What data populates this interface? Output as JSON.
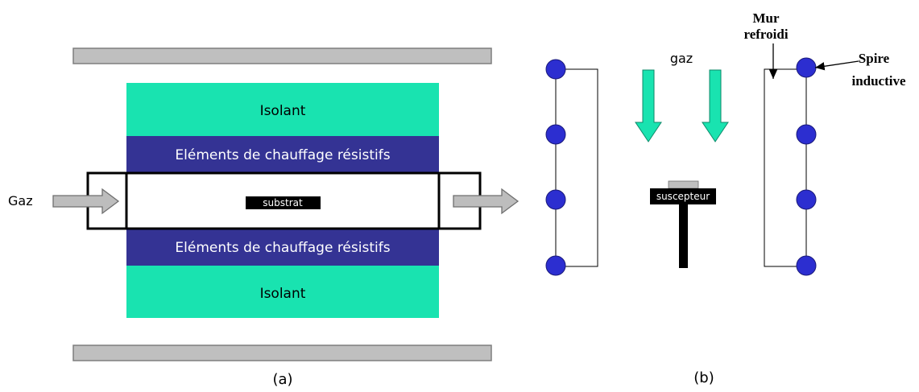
{
  "panel_a": {
    "caption": "(a)",
    "gas_label": "Gaz",
    "insulator_top": "Isolant",
    "heater_top": "Eléments de chauffage résistifs",
    "substrate": "substrat",
    "heater_bottom": "Eléments de chauffage résistifs",
    "insulator_bottom": "Isolant"
  },
  "panel_b": {
    "caption": "(b)",
    "gas_label": "gaz",
    "susceptor": "suscepteur",
    "wall_label_line1": "Mur",
    "wall_label_line2": "refroidi",
    "coil_label_line1": "Spire",
    "coil_label_line2": "inductive"
  },
  "colors": {
    "insulator": "#19e3b0",
    "heater": "#343394",
    "plate": "#bfbfbf",
    "gas_arrow_a": "#bdbdbd",
    "gas_arrow_b": "#19e3b0",
    "coil": "#2c2ed0",
    "substrate": "#000000"
  }
}
